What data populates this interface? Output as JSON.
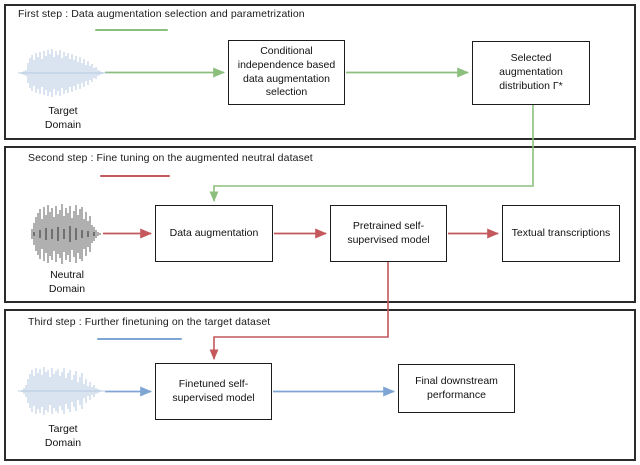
{
  "figure": {
    "title": "Three-step data augmentation and finetuning pipeline",
    "colors": {
      "green": "#8cbf7d",
      "red": "#c4585c",
      "blue": "#7fa5d4",
      "frame": "#2b2b2b",
      "text": "#111111",
      "wave_target": "#a8bfdd",
      "wave_neutral": "#3a3a3a"
    }
  },
  "panels": [
    {
      "id": "first-step",
      "title": "First step :  Data augmentation selection and parametrization",
      "underline_color": "#8cbf7d",
      "arrow_color": "#8cbf7d",
      "source": {
        "label_line1": "Target",
        "label_line2": "Domain",
        "waveform": "target-waveform"
      },
      "nodes": [
        {
          "id": "conditional-independence-selection",
          "lines": [
            "Conditional",
            "independence based",
            "data augmentation",
            "selection"
          ]
        },
        {
          "id": "selected-augmentation-distribution",
          "lines": [
            "Selected",
            "augmentation",
            "distribution Γ*"
          ]
        }
      ]
    },
    {
      "id": "second-step",
      "title": "Second step : Fine tuning on the augmented neutral dataset",
      "underline_color": "#c4585c",
      "arrow_color": "#c4585c",
      "source": {
        "label_line1": "Neutral",
        "label_line2": "Domain",
        "waveform": "neutral-waveform"
      },
      "nodes": [
        {
          "id": "data-augmentation",
          "lines": [
            "Data augmentation"
          ]
        },
        {
          "id": "pretrained-self-supervised-model",
          "lines": [
            "Pretrained self-",
            "supervised model"
          ]
        },
        {
          "id": "textual-transcriptions",
          "lines": [
            "Textual transcriptions"
          ]
        }
      ]
    },
    {
      "id": "third-step",
      "title": "Third step : Further finetuning on the target dataset",
      "underline_color": "#7fa5d4",
      "arrow_color": "#7fa5d4",
      "source": {
        "label_line1": "Target",
        "label_line2": "Domain",
        "waveform": "target-waveform"
      },
      "nodes": [
        {
          "id": "finetuned-self-supervised-model",
          "lines": [
            "Finetuned self-",
            "supervised model"
          ]
        },
        {
          "id": "final-downstream-performance",
          "lines": [
            "Final downstream",
            "performance"
          ]
        }
      ]
    }
  ],
  "cross_panel_connectors": [
    {
      "id": "distribution-to-data-augmentation",
      "color": "#8cbf7d",
      "from": "selected-augmentation-distribution",
      "to": "data-augmentation"
    },
    {
      "id": "pretrained-to-finetuned",
      "color": "#c4585c",
      "from": "pretrained-self-supervised-model",
      "to": "finetuned-self-supervised-model"
    }
  ]
}
